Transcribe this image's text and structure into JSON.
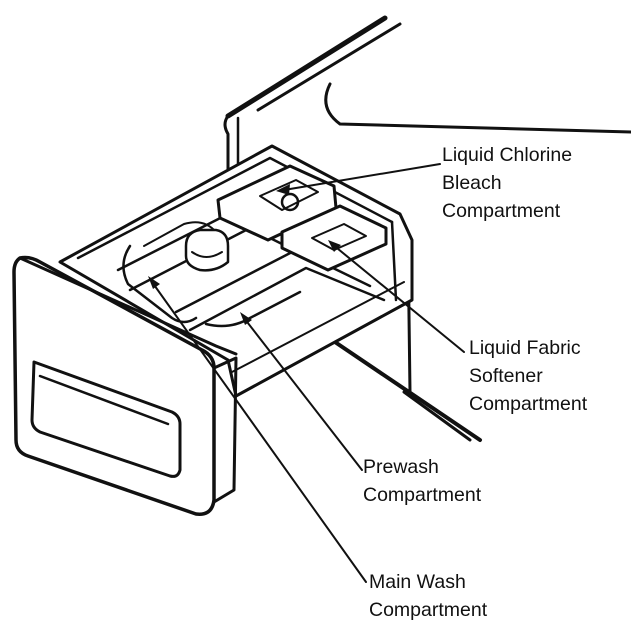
{
  "labels": {
    "bleach": [
      "Liquid Chlorine",
      "Bleach",
      "Compartment"
    ],
    "softener": [
      "Liquid Fabric",
      "Softener",
      "Compartment"
    ],
    "prewash": [
      "Prewash",
      "Compartment"
    ],
    "mainwash": [
      "Main Wash",
      "Compartment"
    ]
  },
  "colors": {
    "ink": "#111111",
    "background": "#ffffff"
  }
}
